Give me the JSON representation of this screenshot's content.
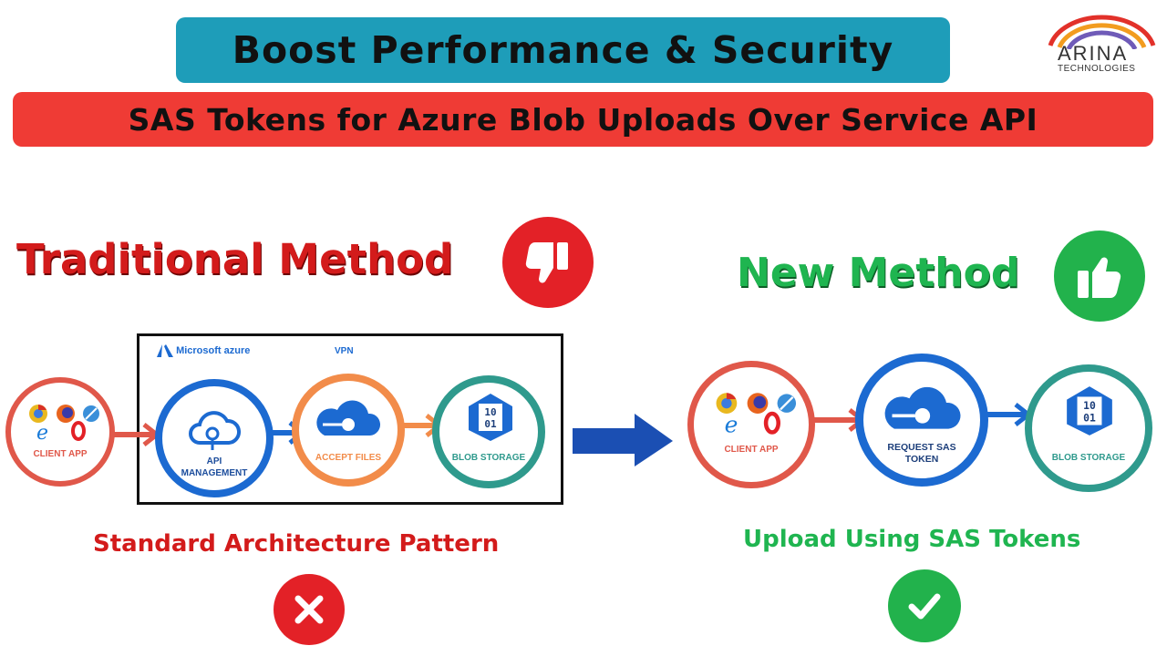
{
  "banner": {
    "title": "Boost Performance & Security",
    "subtitle": "SAS Tokens for Azure Blob Uploads Over Service API"
  },
  "logo": {
    "name": "ARINA",
    "tagline": "TECHNOLOGIES"
  },
  "traditional": {
    "heading": "Traditional Method",
    "badge_icon": "thumbs-down-icon",
    "azure_label": "Microsoft azure",
    "vpn_label": "VPN",
    "nodes": {
      "client": "CLIENT APP",
      "api": "API\nMANAGEMENT",
      "accept": "ACCEPT FILES",
      "blob": "BLOB STORAGE"
    },
    "caption": "Standard Architecture Pattern",
    "result_icon": "cross-icon"
  },
  "new_method": {
    "heading": "New Method",
    "badge_icon": "thumbs-up-icon",
    "nodes": {
      "client": "CLIENT APP",
      "request": "REQUEST SAS\nTOKEN",
      "blob": "BLOB STORAGE"
    },
    "caption": "Upload Using SAS Tokens",
    "result_icon": "check-icon"
  },
  "blob_icon_text": {
    "line1": "10",
    "line2": "01"
  },
  "colors": {
    "teal_banner": "#1e9db9",
    "red_banner": "#ef3b35",
    "red": "#d31b1b",
    "green": "#1fb550",
    "client_ring": "#e0584a",
    "api_ring": "#1c6ad1",
    "accept_ring": "#f28c4a",
    "blob_ring": "#2f9a8d"
  }
}
